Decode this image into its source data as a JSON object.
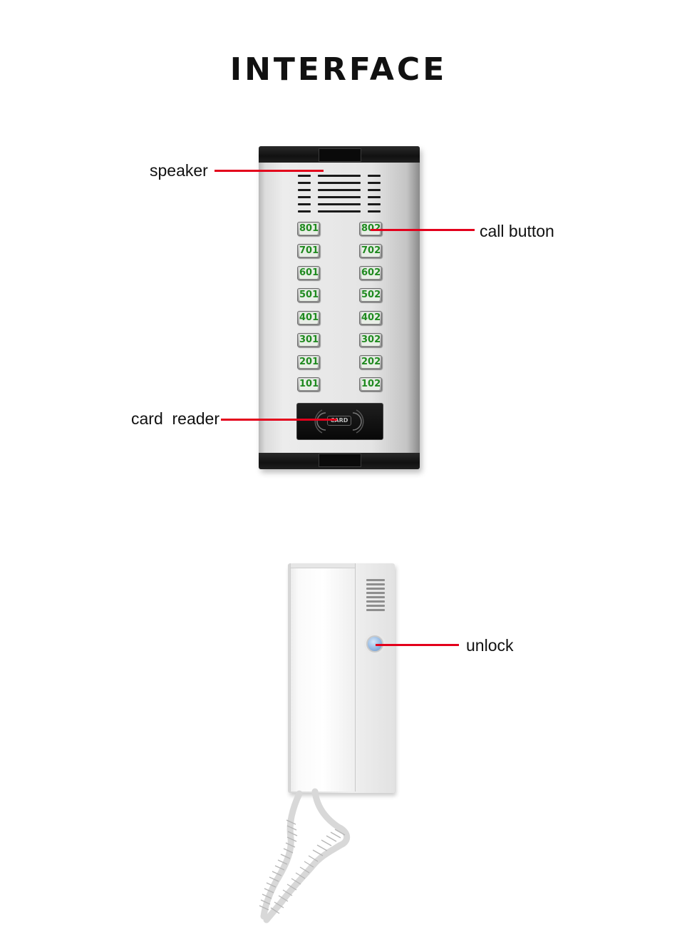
{
  "title": "INTERFACE",
  "labels": {
    "speaker": "speaker",
    "call_button": "call button",
    "card_reader": "card  reader",
    "unlock": "unlock"
  },
  "door_station": {
    "call_buttons": [
      [
        "801",
        "802"
      ],
      [
        "701",
        "702"
      ],
      [
        "601",
        "602"
      ],
      [
        "501",
        "502"
      ],
      [
        "401",
        "402"
      ],
      [
        "301",
        "302"
      ],
      [
        "201",
        "202"
      ],
      [
        "101",
        "102"
      ]
    ],
    "card_reader_text": "CARD"
  },
  "colors": {
    "leader_line": "#e3001b",
    "button_digits": "#1f8a1f",
    "unlock_button": "#8fb5e0"
  }
}
